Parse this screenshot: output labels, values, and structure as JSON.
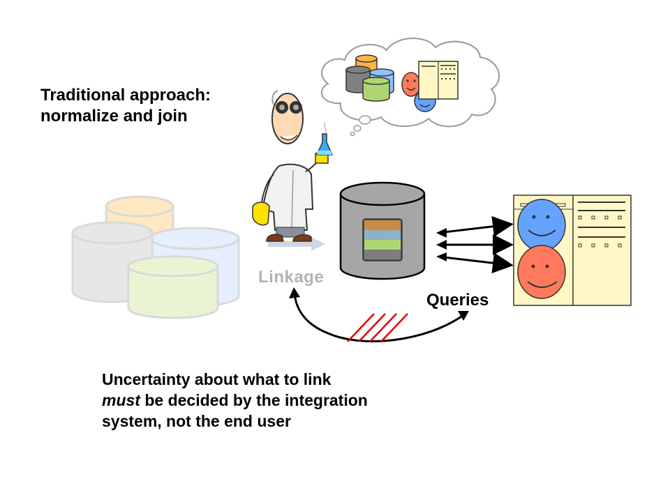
{
  "title": {
    "line1": "Traditional approach:",
    "line2": "normalize and join"
  },
  "linkage_label": "Linkage",
  "queries_label": "Queries",
  "note": {
    "line1": "Uncertainty about what to link",
    "line2_em": "must",
    "line2_rest": " be decided by the integration",
    "line3": "system, not the end user"
  },
  "colors": {
    "orange_db": "#ffe7bf",
    "gray_db": "#e6e6e6",
    "blue_db": "#e4efff",
    "green_db": "#ecf6d4",
    "central_db": "#a6a6a6",
    "blue_face": "#66a3ff",
    "red_face": "#ff7a5c",
    "report_bg": "#fff8c6",
    "cross_lines": "#e00000"
  }
}
